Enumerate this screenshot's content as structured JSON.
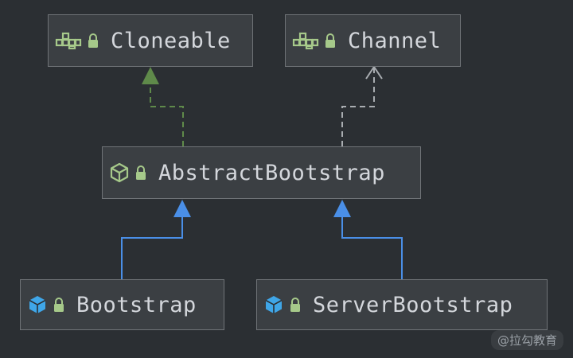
{
  "diagram": {
    "nodes": {
      "cloneable": {
        "label": "Cloneable",
        "kind": "interface",
        "icon": "interface-icon",
        "access_icon": "lock-icon"
      },
      "channel": {
        "label": "Channel",
        "kind": "interface",
        "icon": "interface-icon",
        "access_icon": "lock-icon"
      },
      "abstract_bootstrap": {
        "label": "AbstractBootstrap",
        "kind": "abstract-class",
        "icon": "abstract-class-icon",
        "access_icon": "lock-icon"
      },
      "bootstrap": {
        "label": "Bootstrap",
        "kind": "class",
        "icon": "class-icon",
        "access_icon": "lock-icon"
      },
      "server_bootstrap": {
        "label": "ServerBootstrap",
        "kind": "class",
        "icon": "class-icon",
        "access_icon": "lock-icon"
      }
    },
    "edges": [
      {
        "from": "abstract_bootstrap",
        "to": "cloneable",
        "type": "implements-interface",
        "color": "#5f8a4a"
      },
      {
        "from": "abstract_bootstrap",
        "to": "channel",
        "type": "interface-dependency",
        "color": "#a9adb1"
      },
      {
        "from": "bootstrap",
        "to": "abstract_bootstrap",
        "type": "extends",
        "color": "#4a8fe7"
      },
      {
        "from": "server_bootstrap",
        "to": "abstract_bootstrap",
        "type": "extends",
        "color": "#4a8fe7"
      }
    ]
  },
  "colors": {
    "background": "#2b2f33",
    "node_fill": "#3b3f43",
    "node_border": "#6f7377",
    "text": "#d4d7dc",
    "interface_icon": "#a6c98a",
    "class_icon": "#3fa6e8",
    "lock_icon": "#a6c98a"
  },
  "watermark": "@拉勾教育"
}
